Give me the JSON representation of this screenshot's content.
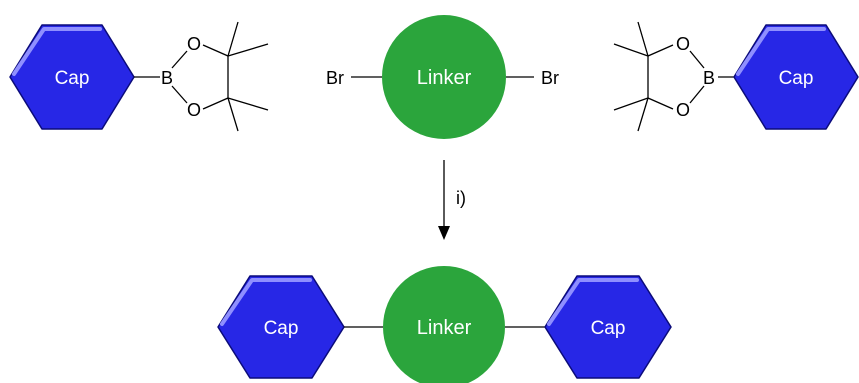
{
  "colors": {
    "cap_fill": "#2727E6",
    "cap_stroke": "#0B0B7A",
    "cap_highlight": "#8F8FFF",
    "linker_fill": "#2BA53C",
    "bond": "#000000",
    "background": "#FFFFFF"
  },
  "reactants": {
    "left_cap": {
      "label": "Cap",
      "boron": "B",
      "oxygen_top": "O",
      "oxygen_bottom": "O"
    },
    "linker": {
      "label": "Linker",
      "left_halogen": "Br",
      "right_halogen": "Br"
    },
    "right_cap": {
      "label": "Cap",
      "boron": "B",
      "oxygen_top": "O",
      "oxygen_bottom": "O"
    }
  },
  "arrow": {
    "label": "i)"
  },
  "product": {
    "left_cap": {
      "label": "Cap"
    },
    "linker": {
      "label": "Linker"
    },
    "right_cap": {
      "label": "Cap"
    }
  }
}
